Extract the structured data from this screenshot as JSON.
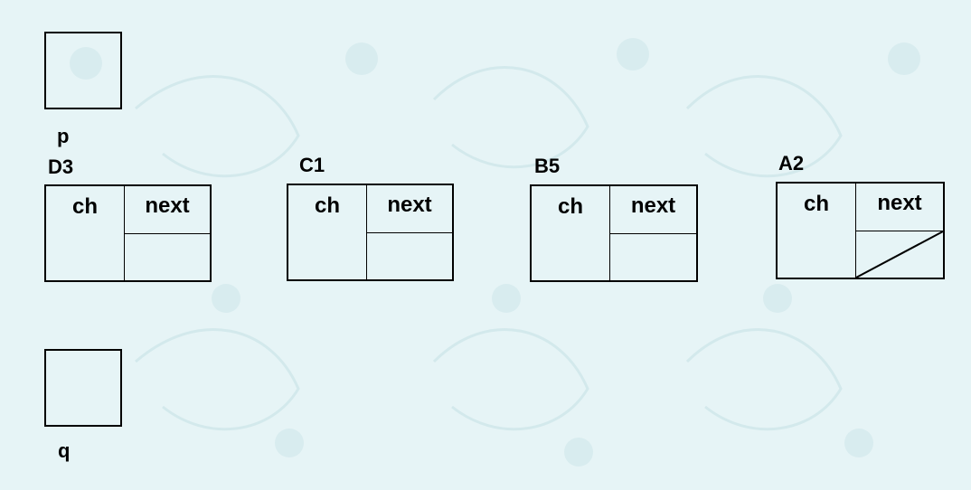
{
  "pointers": [
    {
      "name": "p"
    },
    {
      "name": "q"
    }
  ],
  "nodes": [
    {
      "label": "D3",
      "field_ch": "ch",
      "field_next": "next",
      "next_is_null": false
    },
    {
      "label": "C1",
      "field_ch": "ch",
      "field_next": "next",
      "next_is_null": false
    },
    {
      "label": "B5",
      "field_ch": "ch",
      "field_next": "next",
      "next_is_null": false
    },
    {
      "label": "A2",
      "field_ch": "ch",
      "field_next": "next",
      "next_is_null": true
    }
  ],
  "colors": {
    "background": "#e6f4f6",
    "line": "#000000"
  }
}
